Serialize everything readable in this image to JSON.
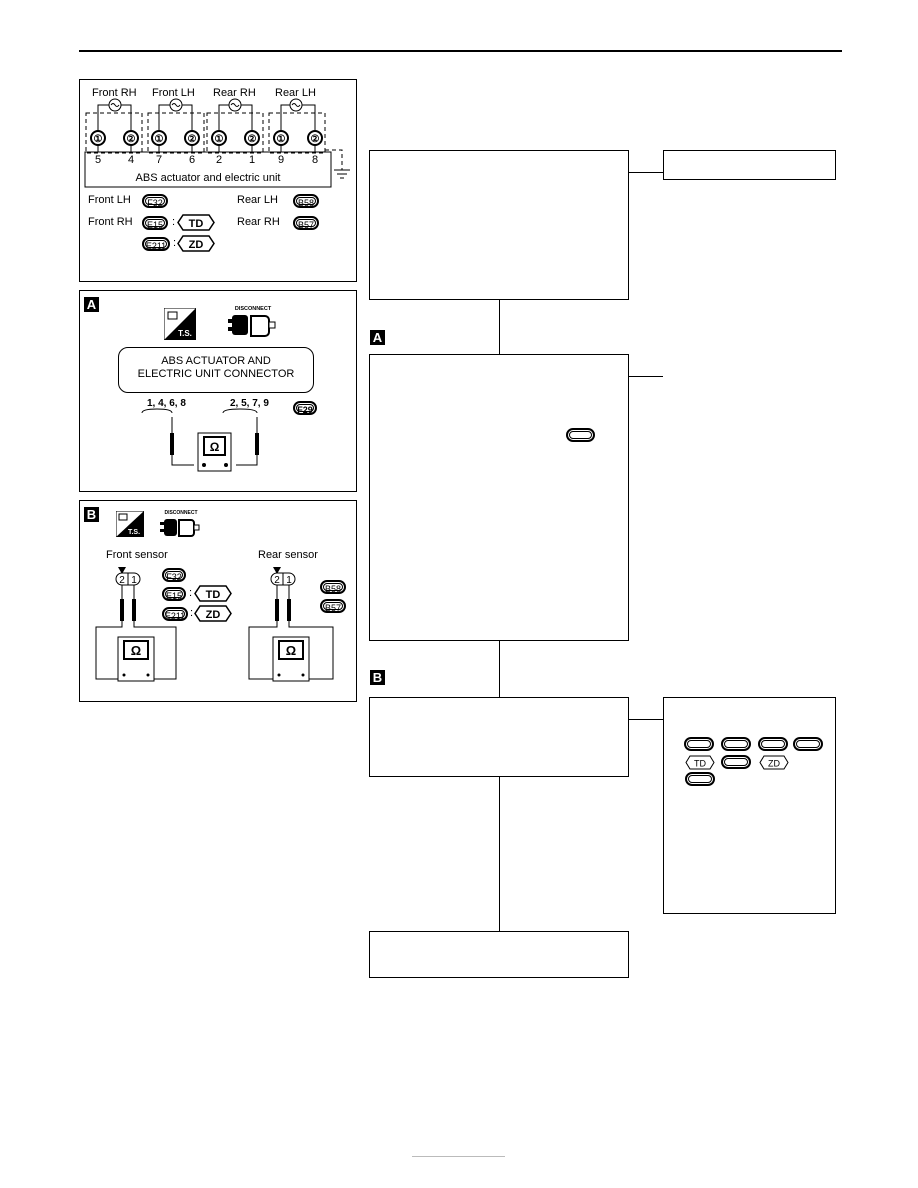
{
  "wiring": {
    "sensors": [
      "Front RH",
      "Front LH",
      "Rear RH",
      "Rear LH"
    ],
    "pins": [
      "5",
      "4",
      "7",
      "6",
      "2",
      "1",
      "9",
      "8"
    ],
    "terminal_marks": [
      "①",
      "②"
    ],
    "unit_label": "ABS actuator and electric unit",
    "connectors": {
      "front_lh_label": "Front LH",
      "front_lh_conn": "F32",
      "front_rh_label": "Front RH",
      "front_rh_conn_td": "E15",
      "front_rh_conn_zd": "E211",
      "rear_lh_label": "Rear LH",
      "rear_lh_conn": "B58",
      "rear_rh_label": "Rear RH",
      "rear_rh_conn": "B57",
      "sep": ":",
      "td": "TD",
      "zd": "ZD"
    }
  },
  "panel_a": {
    "tag": "A",
    "ts_label": "T.S.",
    "disconnect_label": "DISCONNECT",
    "connector_title_line1": "ABS ACTUATOR AND",
    "connector_title_line2": "ELECTRIC UNIT CONNECTOR",
    "pins_left": "1, 4, 6, 8",
    "pins_right": "2, 5, 7, 9",
    "conn": "F29",
    "meter": "Ω"
  },
  "panel_b": {
    "tag": "B",
    "ts_label": "T.S.",
    "disconnect_label": "DISCONNECT",
    "front_label": "Front sensor",
    "rear_label": "Rear sensor",
    "pin2": "2",
    "pin1": "1",
    "front_conn_1": "F32",
    "front_conn_2": "E15",
    "front_conn_3": "E211",
    "rear_conn_1": "B58",
    "rear_conn_2": "B57",
    "sep": ":",
    "td": "TD",
    "zd": "ZD",
    "meter": "Ω"
  },
  "flow": {
    "tag_a": "A",
    "tag_b": "B",
    "side_td": "TD",
    "side_zd": "ZD"
  }
}
